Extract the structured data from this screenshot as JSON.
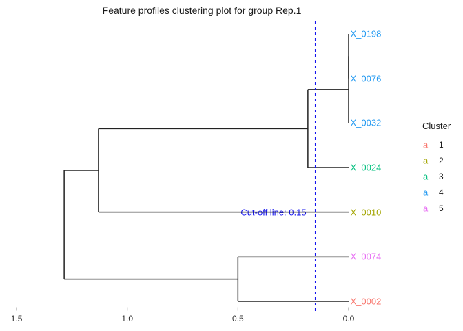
{
  "title": "Feature profiles clustering plot for group Rep.1",
  "colors": {
    "clusters": {
      "1": "#F8766D",
      "2": "#A3A500",
      "3": "#00BF7D",
      "4": "#2299F1",
      "5": "#E76BF3"
    },
    "dendrogram_line": "#222222",
    "cutoff": "#1414EE",
    "tick_mark": "#8a8a8a",
    "text": "#1a1a1a"
  },
  "chart_data": {
    "type": "dendrogram",
    "orientation": "horizontal, leaves on right",
    "title": "Feature profiles clustering plot for group Rep.1",
    "leaves": [
      {
        "label": "X_0198",
        "cluster": 4
      },
      {
        "label": "X_0076",
        "cluster": 4
      },
      {
        "label": "X_0032",
        "cluster": 4
      },
      {
        "label": "X_0024",
        "cluster": 3
      },
      {
        "label": "X_0010",
        "cluster": 2
      },
      {
        "label": "X_0074",
        "cluster": 5
      },
      {
        "label": "X_0002",
        "cluster": 1
      }
    ],
    "merges": [
      {
        "a": "X_0198",
        "b": "X_0076",
        "height": 0
      },
      {
        "a": "M0",
        "b": "X_0032",
        "height": 0
      },
      {
        "a": "M1",
        "b": "X_0024",
        "height": 0.184
      },
      {
        "a": "M2",
        "b": "X_0010",
        "height": 1.13
      },
      {
        "a": "X_0074",
        "b": "X_0002",
        "height": 0.5
      },
      {
        "a": "M3",
        "b": "M4",
        "height": 1.285
      }
    ],
    "cutoff": {
      "value": 0.15,
      "label": "Cut-off line: 0.15"
    },
    "axis": {
      "range_left": 1.55,
      "range_right": 0,
      "ticks": [
        {
          "label": "1.5",
          "value": 1.5
        },
        {
          "label": "1.0",
          "value": 1.0
        },
        {
          "label": "0.5",
          "value": 0.5
        },
        {
          "label": "0.0",
          "value": 0.0
        }
      ]
    },
    "legend": {
      "title": "Cluster",
      "key_glyph": "a",
      "position": "right",
      "entries": [
        {
          "label": "1",
          "cluster": 1
        },
        {
          "label": "2",
          "cluster": 2
        },
        {
          "label": "3",
          "cluster": 3
        },
        {
          "label": "4",
          "cluster": 4
        },
        {
          "label": "5",
          "cluster": 5
        }
      ]
    }
  }
}
